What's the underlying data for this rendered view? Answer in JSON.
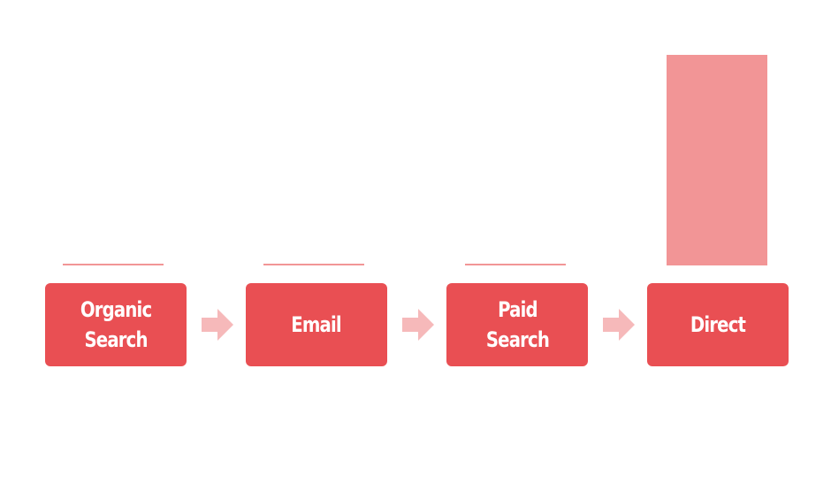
{
  "chart_data": {
    "type": "bar",
    "categories": [
      "Organic\nSearch",
      "Email",
      "Paid\nSearch",
      "Direct"
    ],
    "values": [
      0,
      0,
      0,
      100
    ],
    "ylim": [
      0,
      100
    ],
    "grid": false,
    "legend": "none"
  },
  "colors": {
    "box": "#e94f53",
    "bar": "#f29596",
    "arrow": "#f6b9ba",
    "label": "#ffffff"
  }
}
